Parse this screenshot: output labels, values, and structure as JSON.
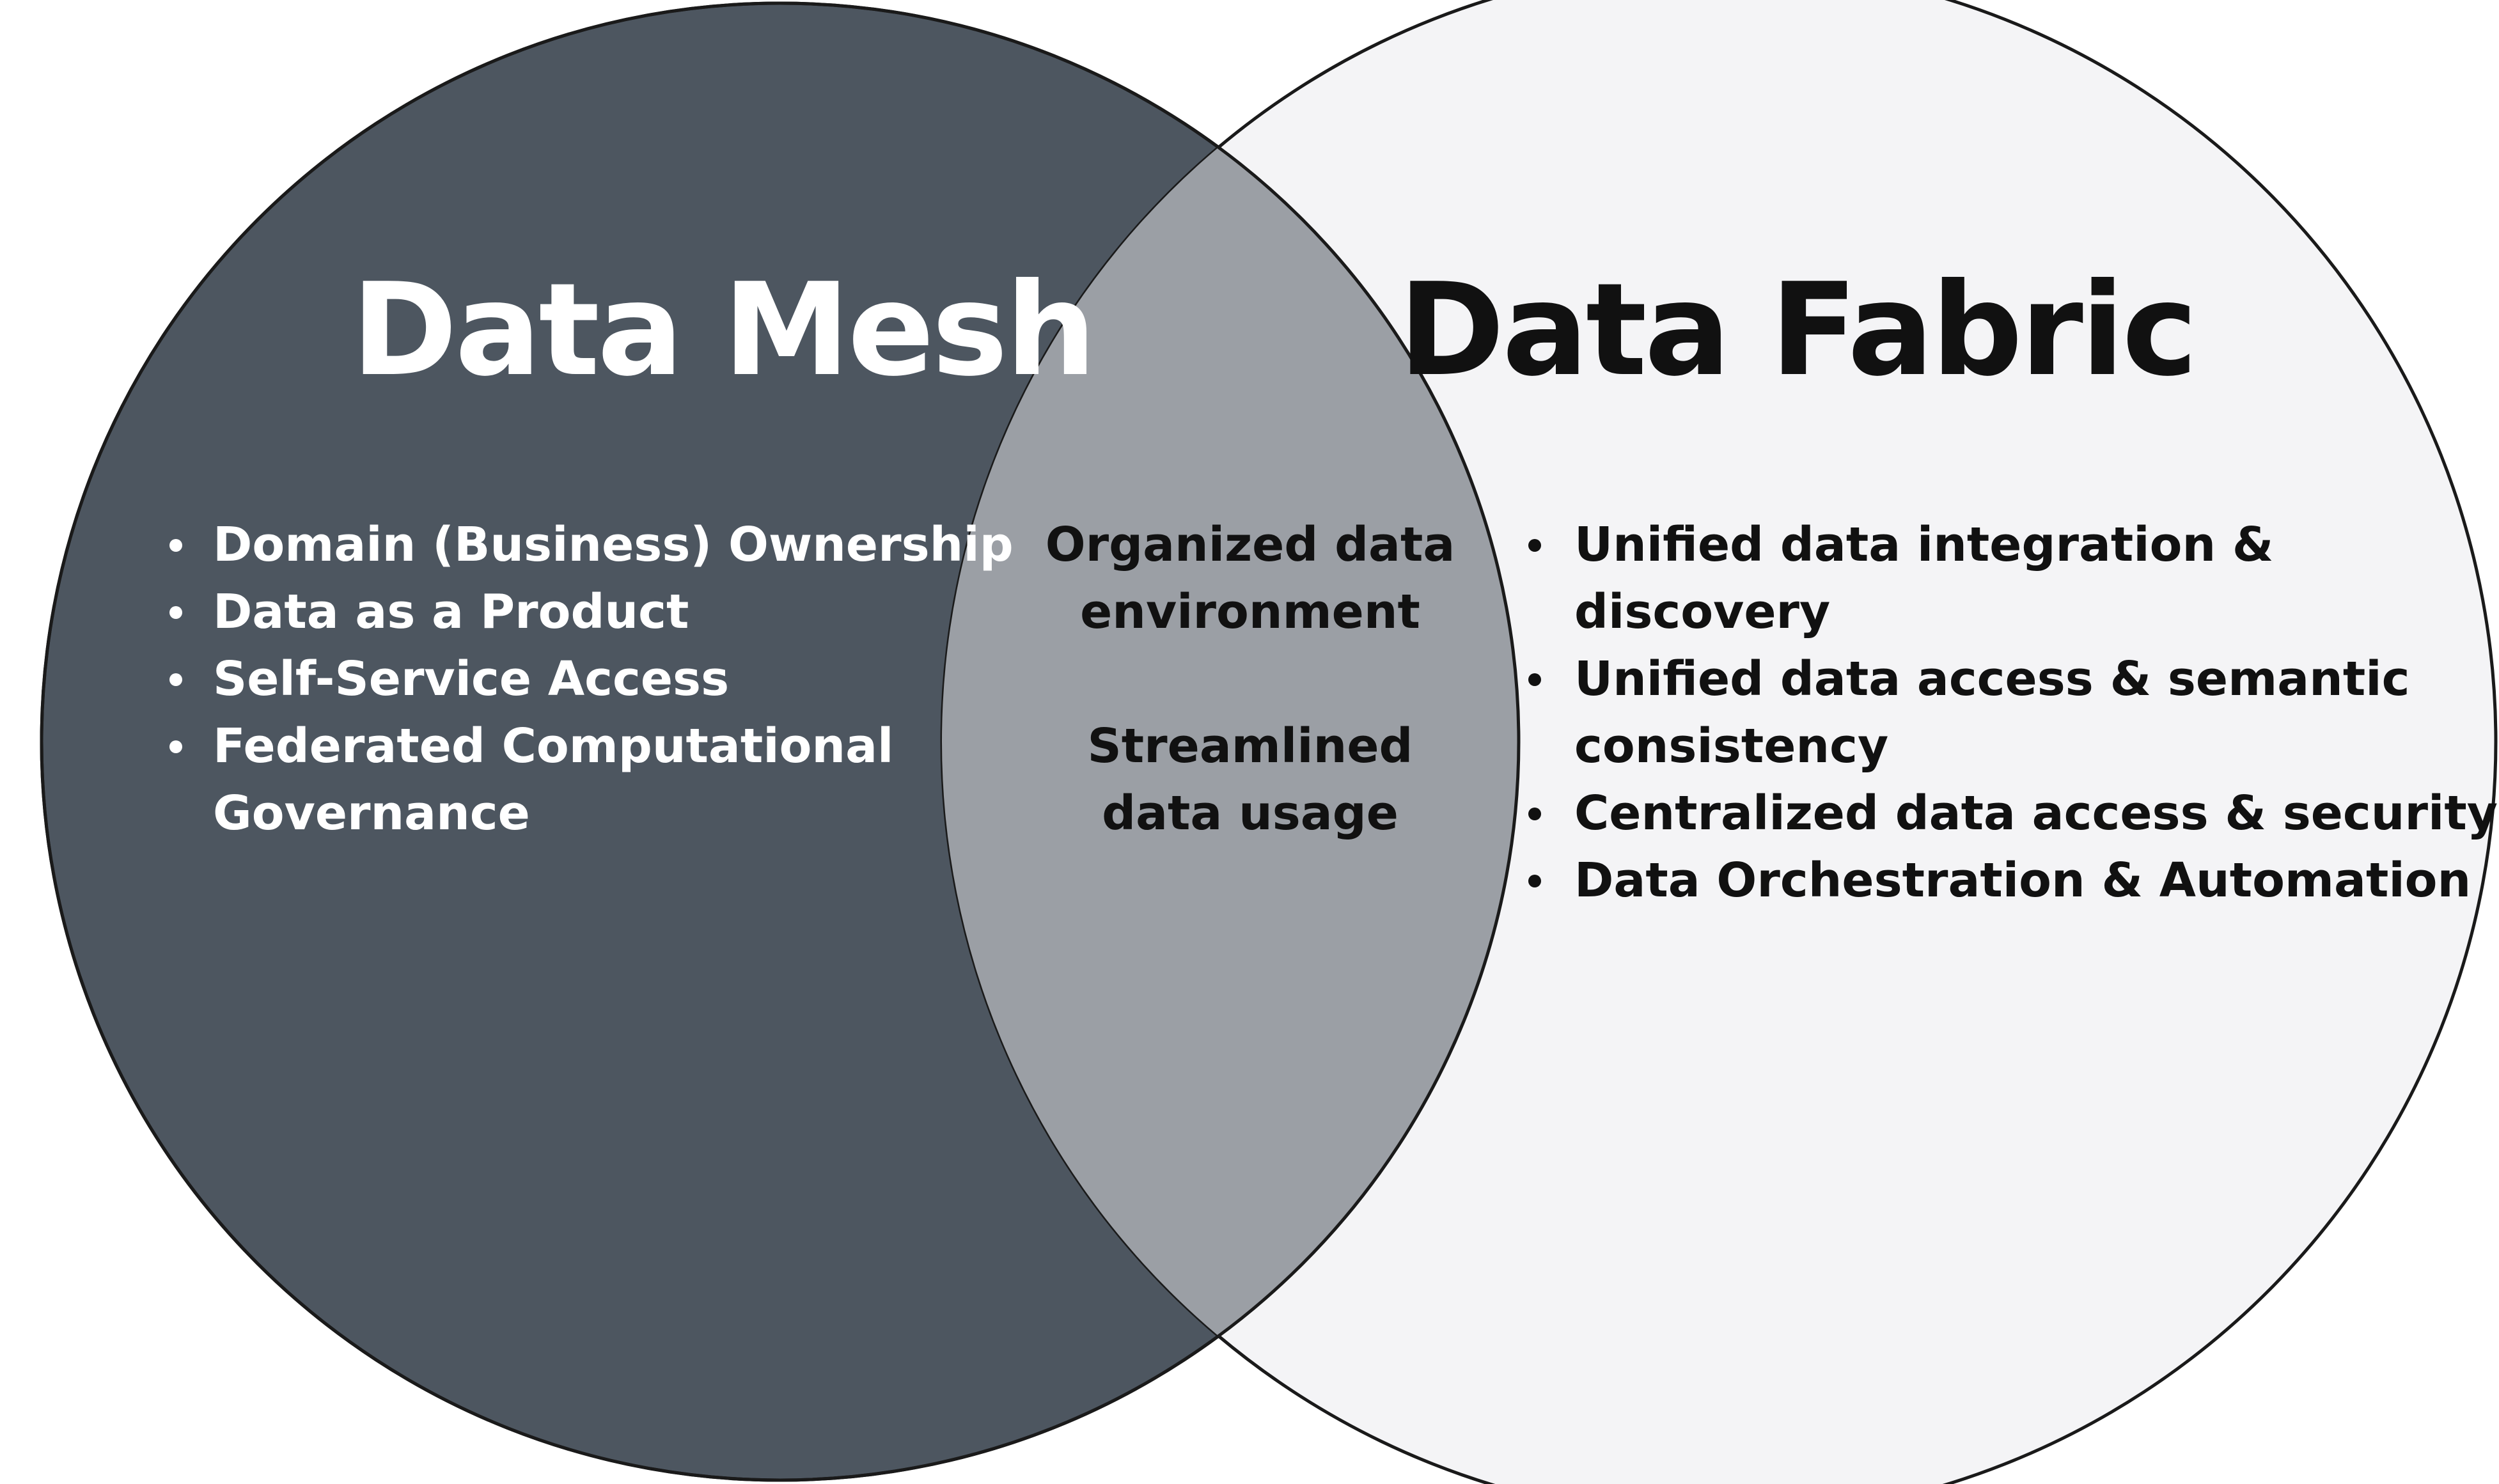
{
  "colors": {
    "mesh_fill": "#4d5660",
    "fabric_fill": "#f4f4f6",
    "overlap_fill": "#9b9fa5",
    "outline": "#1a1a1a",
    "mesh_text": "#ffffff",
    "fabric_text": "#111111",
    "overlap_text": "#111111"
  },
  "mesh": {
    "title": "Data Mesh",
    "items": [
      {
        "lines": [
          "Domain (Business) Ownership"
        ]
      },
      {
        "lines": [
          "Data as a Product"
        ]
      },
      {
        "lines": [
          "Self-Service Access"
        ]
      },
      {
        "lines": [
          "Federated Computational",
          "Governance"
        ]
      }
    ]
  },
  "overlap": {
    "blocks": [
      {
        "lines": [
          "Organized data",
          "environment"
        ]
      },
      {
        "lines": [
          "Streamlined",
          "data usage"
        ]
      }
    ]
  },
  "fabric": {
    "title": "Data Fabric",
    "items": [
      {
        "lines": [
          "Unified data integration &",
          "discovery"
        ]
      },
      {
        "lines": [
          "Unified data access & semantic",
          "consistency"
        ]
      },
      {
        "lines": [
          "Centralized data access & security"
        ]
      },
      {
        "lines": [
          "Data Orchestration & Automation"
        ]
      }
    ]
  }
}
